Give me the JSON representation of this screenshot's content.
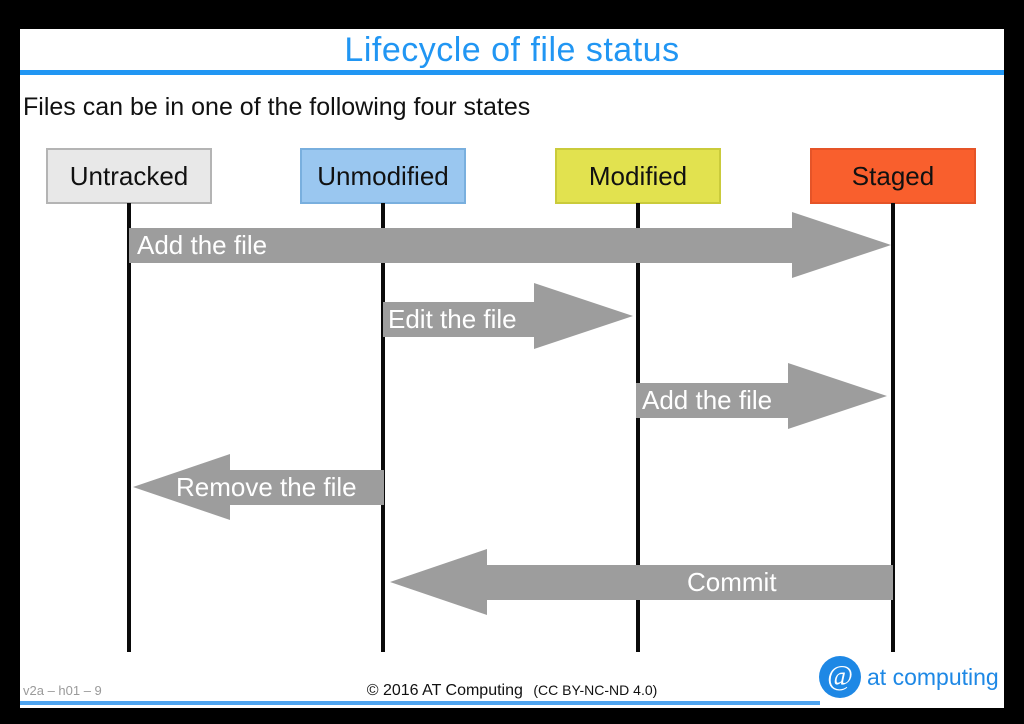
{
  "slide": {
    "title": "Lifecycle of file status",
    "subtitle": "Files can be in one of the following four states"
  },
  "states": [
    {
      "label": "Untracked",
      "fill": "#E8E8E8",
      "border": "#B4B4B4"
    },
    {
      "label": "Unmodified",
      "fill": "#9AC7F0",
      "border": "#79AFDE"
    },
    {
      "label": "Modified",
      "fill": "#E2E24F",
      "border": "#CACB3B"
    },
    {
      "label": "Staged",
      "fill": "#F95F2D",
      "border": "#E55428"
    }
  ],
  "transitions": [
    {
      "label": "Add the file",
      "from": "Untracked",
      "to": "Staged",
      "direction": "right"
    },
    {
      "label": "Edit the file",
      "from": "Unmodified",
      "to": "Modified",
      "direction": "right"
    },
    {
      "label": "Add the file",
      "from": "Modified",
      "to": "Staged",
      "direction": "right"
    },
    {
      "label": "Remove the file",
      "from": "Unmodified",
      "to": "Untracked",
      "direction": "left"
    },
    {
      "label": "Commit",
      "from": "Staged",
      "to": "Unmodified",
      "direction": "left"
    }
  ],
  "footer": {
    "version": "v2a – h01 – 9",
    "copyright": "© 2016 AT Computing",
    "license": "(CC BY-NC-ND 4.0)",
    "logo_symbol": "@",
    "logo_text": "at computing"
  },
  "colors": {
    "accent": "#2196F3",
    "arrow": "#9D9D9D",
    "footer-rule": "#4FA5F1",
    "logo-blue": "#1E88E5"
  }
}
